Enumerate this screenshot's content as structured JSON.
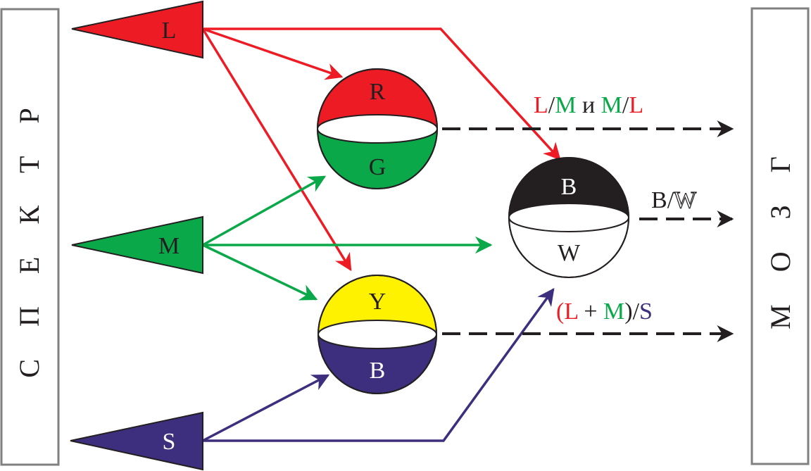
{
  "colors": {
    "red": "#ed1c24",
    "green": "#0ba84a",
    "blue": "#3d2e7e",
    "yellow": "#fff200",
    "black": "#231f20",
    "white": "#ffffff",
    "box_border": "#808080"
  },
  "left_box": {
    "label": "С П Е К Т Р"
  },
  "right_box": {
    "label": "М О З Г"
  },
  "cones": [
    {
      "id": "L",
      "label": "L",
      "color": "red"
    },
    {
      "id": "M",
      "label": "M",
      "color": "green"
    },
    {
      "id": "S",
      "label": "S",
      "color": "blue"
    }
  ],
  "opponent_cells": [
    {
      "id": "RG",
      "top_label": "R",
      "bottom_label": "G",
      "top_color": "red",
      "bottom_color": "green"
    },
    {
      "id": "YB",
      "top_label": "Y",
      "bottom_label": "B",
      "top_color": "yellow",
      "bottom_color": "blue"
    },
    {
      "id": "BW",
      "top_label": "B",
      "bottom_label": "W",
      "top_color": "black",
      "bottom_color": "white"
    }
  ],
  "connections": [
    {
      "from": "L",
      "to": "RG",
      "color": "red"
    },
    {
      "from": "L",
      "to": "YB",
      "color": "red"
    },
    {
      "from": "L",
      "to": "BW",
      "color": "red"
    },
    {
      "from": "M",
      "to": "RG",
      "color": "green"
    },
    {
      "from": "M",
      "to": "YB",
      "color": "green"
    },
    {
      "from": "M",
      "to": "BW",
      "color": "green"
    },
    {
      "from": "S",
      "to": "YB",
      "color": "blue"
    },
    {
      "from": "S",
      "to": "BW",
      "color": "blue"
    }
  ],
  "outputs": {
    "rg": {
      "parts": [
        "L",
        "/",
        "M",
        " и ",
        "M",
        "/",
        "L"
      ]
    },
    "bw": {
      "b": "B",
      "slash": "/",
      "w": "W"
    },
    "yb": {
      "parts": [
        "(",
        "L",
        " + ",
        "M",
        ")/",
        "S"
      ]
    }
  }
}
